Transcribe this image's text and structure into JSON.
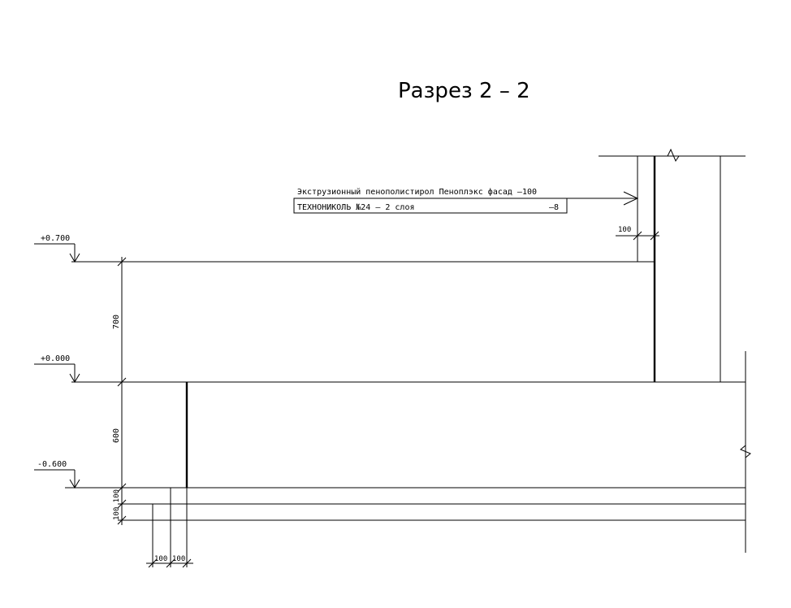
{
  "drawing": {
    "title": "Разрез 2 – 2",
    "callout": {
      "line1_text": "Экструзионный пенополистирол Пеноплэкс фасад –100",
      "line2_text": "ТЕХНОНИКОЛЬ №24 – 2 слоя",
      "line2_value": "–8"
    },
    "levels": [
      {
        "label": "+0.700"
      },
      {
        "label": "+0.000"
      },
      {
        "label": "-0.600"
      }
    ],
    "dimensions": {
      "insulation_thickness": "100",
      "wall_height": "700",
      "foundation_depth": "600",
      "bottom_layers": "100 100",
      "left_offset_1": "100",
      "left_offset_2": "100"
    }
  }
}
